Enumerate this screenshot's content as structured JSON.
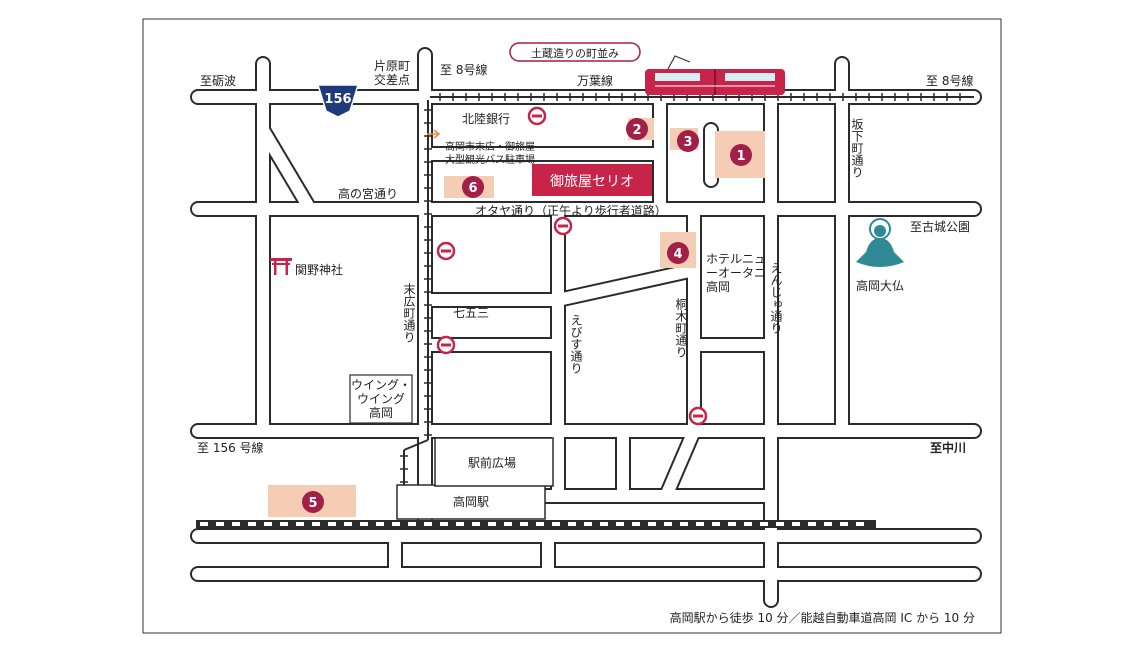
{
  "map": {
    "labels": {
      "to_tonami": "至砺波",
      "katahara_1": "片原町",
      "katahara_2": "交差点",
      "to_r8_top": "至 8号線",
      "manyo_line": "万葉線",
      "to_r8_right": "至 8号線",
      "dozo_street": "土蔵造りの町並み",
      "route_num": "156",
      "hokuriku_bank": "北陸銀行",
      "bus_lot_1": "高岡市末広・御旅屋",
      "bus_lot_2": "大型観光バス駐車場",
      "serio": "御旅屋セリオ",
      "takanomiya": "高の宮通り",
      "otaya": "オタヤ通り（正午より歩行者道路）",
      "sakashita": "坂下町通り",
      "to_kojo_park": "至古城公園",
      "sekino_shrine": "関野神社",
      "hotel_1": "ホテルニュ",
      "hotel_2": "ーオータニ",
      "hotel_3": "高岡",
      "enju": "えんじゅ通り",
      "daibutsu": "高岡大仏",
      "suehiro": "末広町通り",
      "shichigosan": "七五三",
      "ebisu": "えびす通り",
      "kirinoki": "桐木町通り",
      "wing_1": "ウイング・",
      "wing_2": "ウイング",
      "wing_3": "高岡",
      "to_r156": "至 156 号線",
      "to_nakagawa": "至中川",
      "ekimae": "駅前広場",
      "station": "高岡駅",
      "footer": "高岡駅から徒歩 10 分／能越自動車道高岡 IC から 10 分"
    },
    "markers": [
      "1",
      "2",
      "3",
      "4",
      "5",
      "6"
    ],
    "colors": {
      "road_outline": "#2b2b2b",
      "accent": "#c8244a",
      "marker_bg": "#f5cdb4",
      "route_badge": "#1f3a7a",
      "buddha": "#2f8a96",
      "bus_arrow": "#e98a3e"
    }
  }
}
